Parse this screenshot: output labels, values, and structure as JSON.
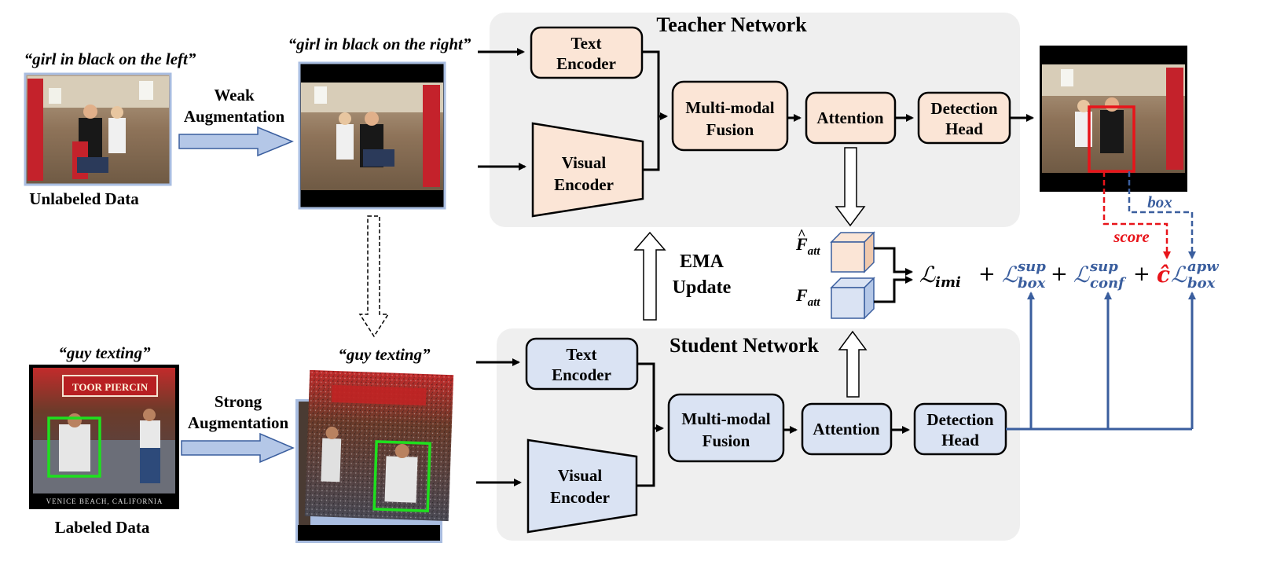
{
  "teacher": {
    "title": "Teacher Network",
    "text_encoder": [
      "Text",
      "Encoder"
    ],
    "visual_encoder": [
      "Visual",
      "Encoder"
    ],
    "fusion": [
      "Multi-modal",
      "Fusion"
    ],
    "attention": "Attention",
    "head": [
      "Detection",
      "Head"
    ],
    "colors": {
      "fill": "#fbe5d6",
      "panel": "#efefef"
    }
  },
  "student": {
    "title": "Student Network",
    "text_encoder": [
      "Text",
      "Encoder"
    ],
    "visual_encoder": [
      "Visual",
      "Encoder"
    ],
    "fusion": [
      "Multi-modal",
      "Fusion"
    ],
    "attention": "Attention",
    "head": [
      "Detection",
      "Head"
    ],
    "colors": {
      "fill": "#dae3f3",
      "panel": "#efefef"
    }
  },
  "unlabeled": {
    "caption": "“girl in black on the left”",
    "label": "Unlabeled Data",
    "aug_label": [
      "Weak",
      "Augmentation"
    ],
    "aug_caption": "“girl in black on the right”"
  },
  "labeled": {
    "caption": "“guy texting”",
    "label": "Labeled Data",
    "aug_label": [
      "Strong",
      "Augmentation"
    ],
    "aug_caption": "“guy texting”",
    "photo_text": "VENICE BEACH, CALIFORNIA",
    "sign_text": "TOOR PIERCIN"
  },
  "ema": [
    "EMA",
    "Update"
  ],
  "features": {
    "teacher_feat": {
      "base": "F",
      "sub": "att",
      "hat": "^"
    },
    "student_feat": {
      "base": "F",
      "sub": "att"
    }
  },
  "loss": {
    "imi": {
      "sym": "ℒ",
      "sub": "imi"
    },
    "box": {
      "sym": "ℒ",
      "sup": "sup",
      "sub": "box"
    },
    "conf": {
      "sym": "ℒ",
      "sup": "sup",
      "sub": "conf"
    },
    "apw": {
      "coef": "ĉ",
      "sym": "ℒ",
      "sup": "apw",
      "sub": "box"
    },
    "plus": "+"
  },
  "annotations": {
    "box": "box",
    "score": "score"
  },
  "colors": {
    "blue": "#3a5e9e",
    "red": "#e8141a",
    "green": "#1ee01e",
    "frame": "#a9bde0"
  }
}
